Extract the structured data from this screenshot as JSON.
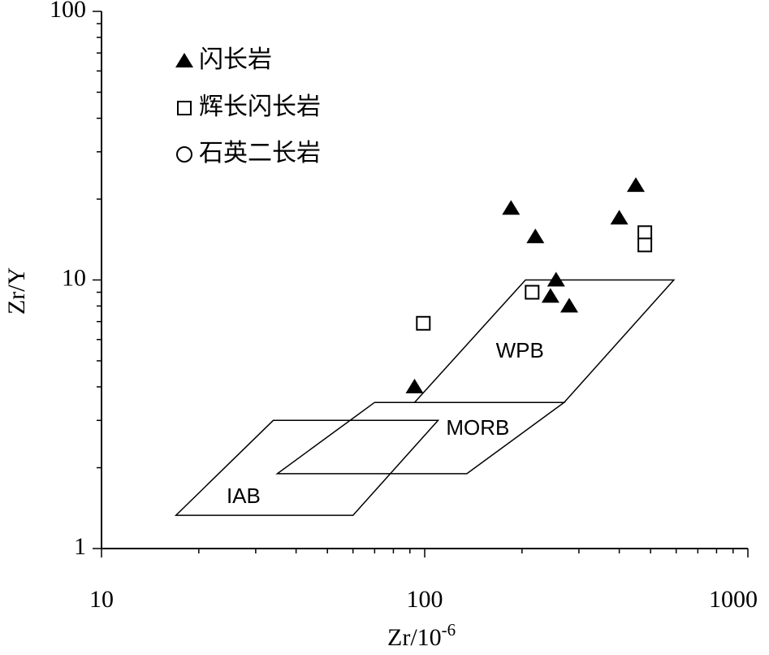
{
  "figure": {
    "background": "#ffffff",
    "line_color": "#000000"
  },
  "chart_data": {
    "type": "scatter",
    "title": "",
    "x_axis": {
      "label": "Zr/10⁻⁶",
      "label_base": "Zr/10",
      "label_exp": "-6",
      "scale": "log",
      "min": 10,
      "max": 1000,
      "ticks": [
        10,
        100,
        1000
      ]
    },
    "y_axis": {
      "label": "Zr/Y",
      "scale": "log",
      "min": 1,
      "max": 100,
      "ticks": [
        1,
        10,
        100
      ]
    },
    "legend_position": "top-left-inside",
    "series": [
      {
        "name": "闪长岩",
        "marker": "triangle-filled",
        "color": "#000000",
        "points": [
          [
            93,
            4.0
          ],
          [
            185,
            18.5
          ],
          [
            220,
            14.5
          ],
          [
            255,
            10
          ],
          [
            245,
            8.7
          ],
          [
            280,
            8
          ],
          [
            400,
            17
          ],
          [
            450,
            22.5
          ]
        ]
      },
      {
        "name": "辉长闪长岩",
        "marker": "square-open",
        "color": "#000000",
        "points": [
          [
            99,
            6.9
          ],
          [
            215,
            9
          ],
          [
            480,
            15
          ],
          [
            480,
            13.5
          ]
        ]
      },
      {
        "name": "石英二长岩",
        "marker": "circle-open",
        "color": "#000000",
        "points": []
      }
    ],
    "fields": [
      {
        "label": "WPB",
        "polygon": [
          [
            205,
            10
          ],
          [
            590,
            10
          ],
          [
            270,
            3.5
          ],
          [
            93,
            3.5
          ]
        ],
        "label_pos": [
          197,
          5.4
        ]
      },
      {
        "label": "MORB",
        "polygon": [
          [
            70,
            3.5
          ],
          [
            270,
            3.5
          ],
          [
            135,
            1.9
          ],
          [
            35,
            1.9
          ]
        ],
        "label_pos": [
          146,
          2.78
        ]
      },
      {
        "label": "IAB",
        "polygon": [
          [
            34,
            3
          ],
          [
            110,
            3
          ],
          [
            60,
            1.33
          ],
          [
            17,
            1.33
          ]
        ],
        "label_pos": [
          27.5,
          1.55
        ]
      }
    ]
  }
}
